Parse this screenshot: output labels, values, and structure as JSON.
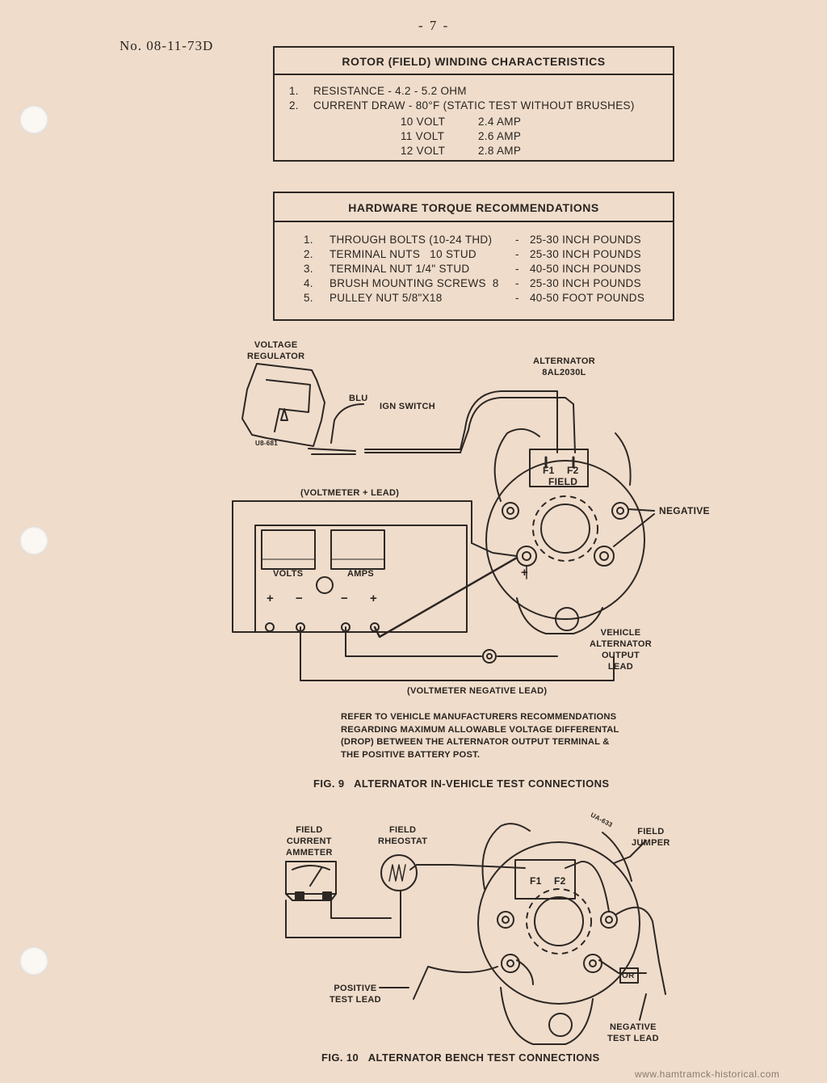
{
  "header": {
    "doc_number": "No. 08-11-73D",
    "page_number": "- 7 -"
  },
  "rotor_box": {
    "title": "ROTOR (FIELD) WINDING CHARACTERISTICS",
    "item1_num": "1.",
    "item1_text": "RESISTANCE - 4.2 - 5.2 OHM",
    "item2_num": "2.",
    "item2_text": "CURRENT DRAW - 80°F (STATIC TEST WITHOUT BRUSHES)",
    "rows": [
      {
        "volt": "10 VOLT",
        "amp": "2.4 AMP"
      },
      {
        "volt": "11 VOLT",
        "amp": "2.6 AMP"
      },
      {
        "volt": "12 VOLT",
        "amp": "2.8 AMP"
      }
    ]
  },
  "torque_box": {
    "title": "HARDWARE TORQUE RECOMMENDATIONS",
    "rows": [
      {
        "num": "1.",
        "item": "THROUGH BOLTS (10-24 THD)",
        "dash": "-",
        "value": "25-30 INCH POUNDS"
      },
      {
        "num": "2.",
        "item": "TERMINAL NUTS   10 STUD",
        "dash": "-",
        "value": "25-30 INCH POUNDS"
      },
      {
        "num": "3.",
        "item": "TERMINAL NUT 1/4\" STUD",
        "dash": "-",
        "value": "40-50 INCH POUNDS"
      },
      {
        "num": "4.",
        "item": "BRUSH MOUNTING SCREWS  8",
        "dash": "-",
        "value": "25-30 INCH POUNDS"
      },
      {
        "num": "5.",
        "item": "PULLEY NUT 5/8\"X18",
        "dash": "-",
        "value": "40-50 FOOT POUNDS"
      }
    ]
  },
  "fig9": {
    "voltage_regulator": "VOLTAGE\nREGULATOR",
    "regulator_code": "U8-681",
    "blu": "BLU",
    "ign_switch": "IGN SWITCH",
    "alternator": "ALTERNATOR\n8AL2030L",
    "f1": "F1",
    "f2": "F2",
    "field": "FIELD",
    "negative": "NEGATIVE",
    "voltmeter_plus_lead": "(VOLTMETER + LEAD)",
    "volts": "VOLTS",
    "amps": "AMPS",
    "plus": "+",
    "minus": "−",
    "vehicle_output_lead": "VEHICLE\nALTERNATOR\nOUTPUT\nLEAD",
    "voltmeter_negative_lead": "(VOLTMETER NEGATIVE LEAD)",
    "note": "REFER TO VEHICLE MANUFACTURERS RECOMMENDATIONS\nREGARDING MAXIMUM ALLOWABLE VOLTAGE DIFFERENTAL\n(DROP) BETWEEN THE ALTERNATOR OUTPUT TERMINAL &\nTHE POSITIVE BATTERY POST.",
    "caption": "FIG. 9   ALTERNATOR IN-VEHICLE TEST CONNECTIONS"
  },
  "fig10": {
    "field_current_ammeter": "FIELD\nCURRENT\nAMMETER",
    "field_rheostat": "FIELD\nRHEOSTAT",
    "field_jumper": "FIELD\nJUMPER",
    "code": "UA-633",
    "f1": "F1",
    "f2": "F2",
    "or": "OR",
    "positive_test_lead": "POSITIVE\nTEST LEAD",
    "negative_test_lead": "NEGATIVE\nTEST LEAD",
    "caption": "FIG. 10   ALTERNATOR BENCH TEST CONNECTIONS"
  },
  "footer": {
    "website": "www.hamtramck-historical.com"
  }
}
